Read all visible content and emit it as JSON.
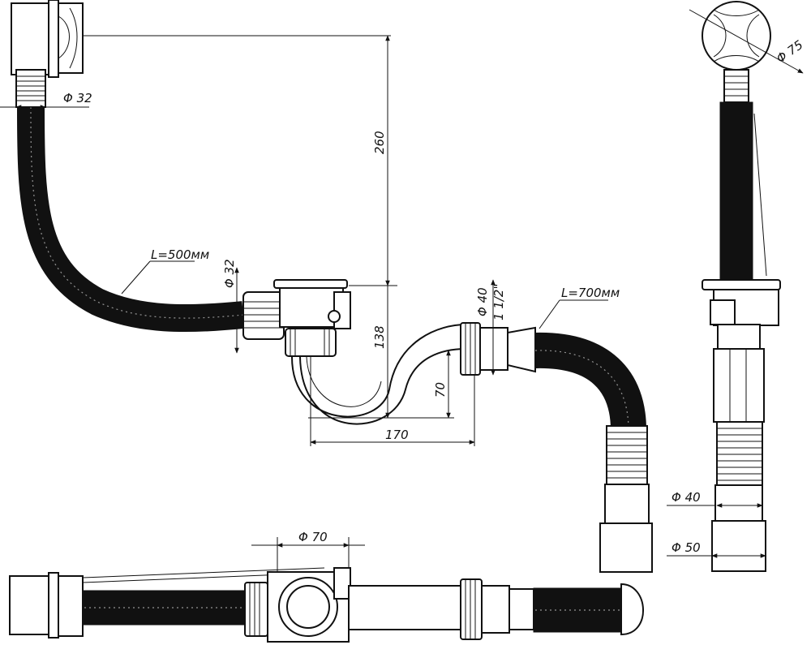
{
  "labels": {
    "dia_overflow_top": "Φ 32",
    "dia_overflow_joint": "Φ 32",
    "hose_overflow_length": "L=500мм",
    "height_260": "260",
    "height_138": "138",
    "height_70": "70",
    "width_170": "170",
    "dia_outlet": "Φ 40",
    "thread_outlet": "1 1/2\"",
    "hose_drain_length": "L=700мм",
    "dia_overflow_head": "Φ 75",
    "dia_end_40": "Φ 40",
    "dia_end_50": "Φ 50",
    "dia_drain_70": "Φ 70"
  },
  "colors": {
    "line": "#111111",
    "background": "#ffffff"
  }
}
